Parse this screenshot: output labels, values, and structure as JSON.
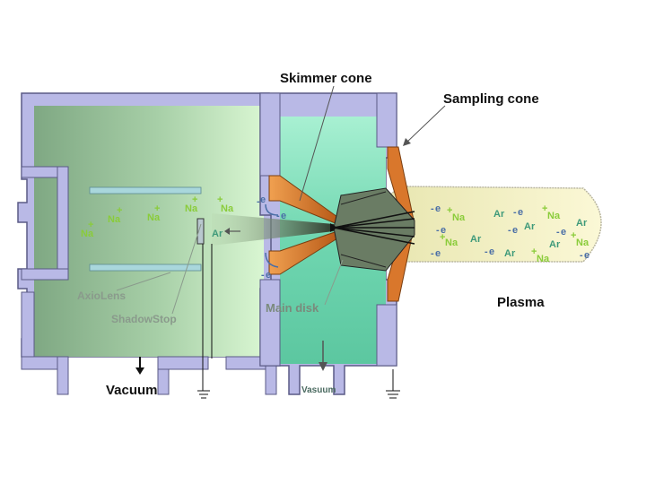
{
  "labels": {
    "skimmer_cone": "Skimmer cone",
    "sampling_cone": "Sampling cone",
    "plasma": "Plasma",
    "vacuum": "Vacuum",
    "vacuum_small": "Vasuum",
    "main_disk": "Main disk",
    "axio_lens": "AxioLens",
    "shadow_stop": "ShadowStop"
  },
  "species": {
    "sodium": "Na",
    "argon": "Ar",
    "electron": "e",
    "plus": "+",
    "minus": "-"
  },
  "colors": {
    "wall": "#b9b9e6",
    "wall_edge": "#5a5a86",
    "chamber_left": "#7fa883",
    "chamber_right": "#d9f6d2",
    "middle_chamber": "#6fd6b0",
    "cone": "#d9772c",
    "plasma": "#f6f2c4",
    "beam": "#6a7c64",
    "sodium": "#8acc3a",
    "argon": "#3f9a7a",
    "electron": "#4a6ea6"
  }
}
